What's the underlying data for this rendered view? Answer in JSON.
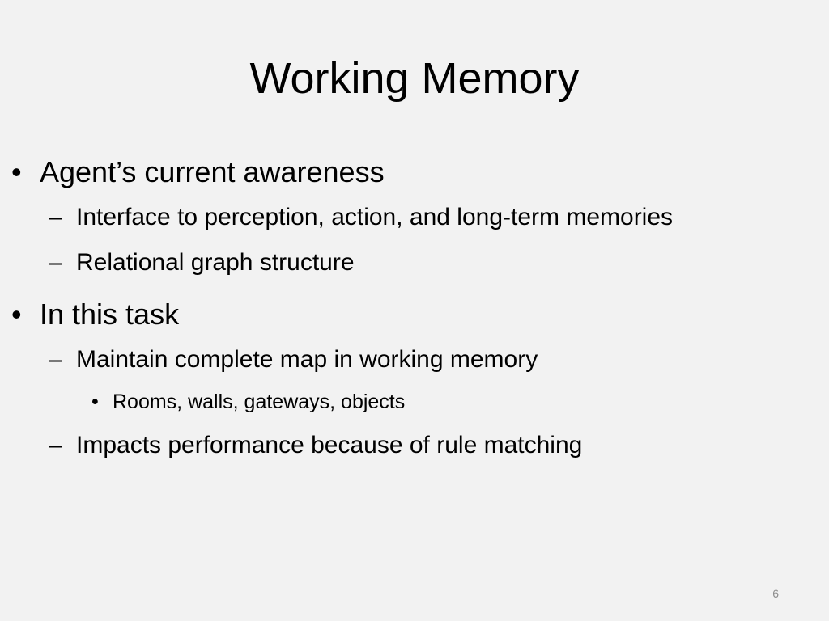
{
  "slide": {
    "title": "Working Memory",
    "number": "6",
    "markers": {
      "level1": "•",
      "level2": "–",
      "level3": "•"
    },
    "bullets": [
      {
        "text": "Agent’s current awareness",
        "sub": [
          {
            "text": "Interface to perception, action, and long-term memories"
          },
          {
            "text": "Relational graph structure"
          }
        ]
      },
      {
        "text": "In this task",
        "sub": [
          {
            "text": "Maintain complete map in working memory",
            "sub": [
              {
                "text": "Rooms, walls, gateways, objects"
              }
            ]
          },
          {
            "text": "Impacts performance because of rule matching"
          }
        ]
      }
    ]
  },
  "colors": {
    "background": "#f2f2f2",
    "text": "#000000",
    "slide_number": "#8c8c8c"
  }
}
